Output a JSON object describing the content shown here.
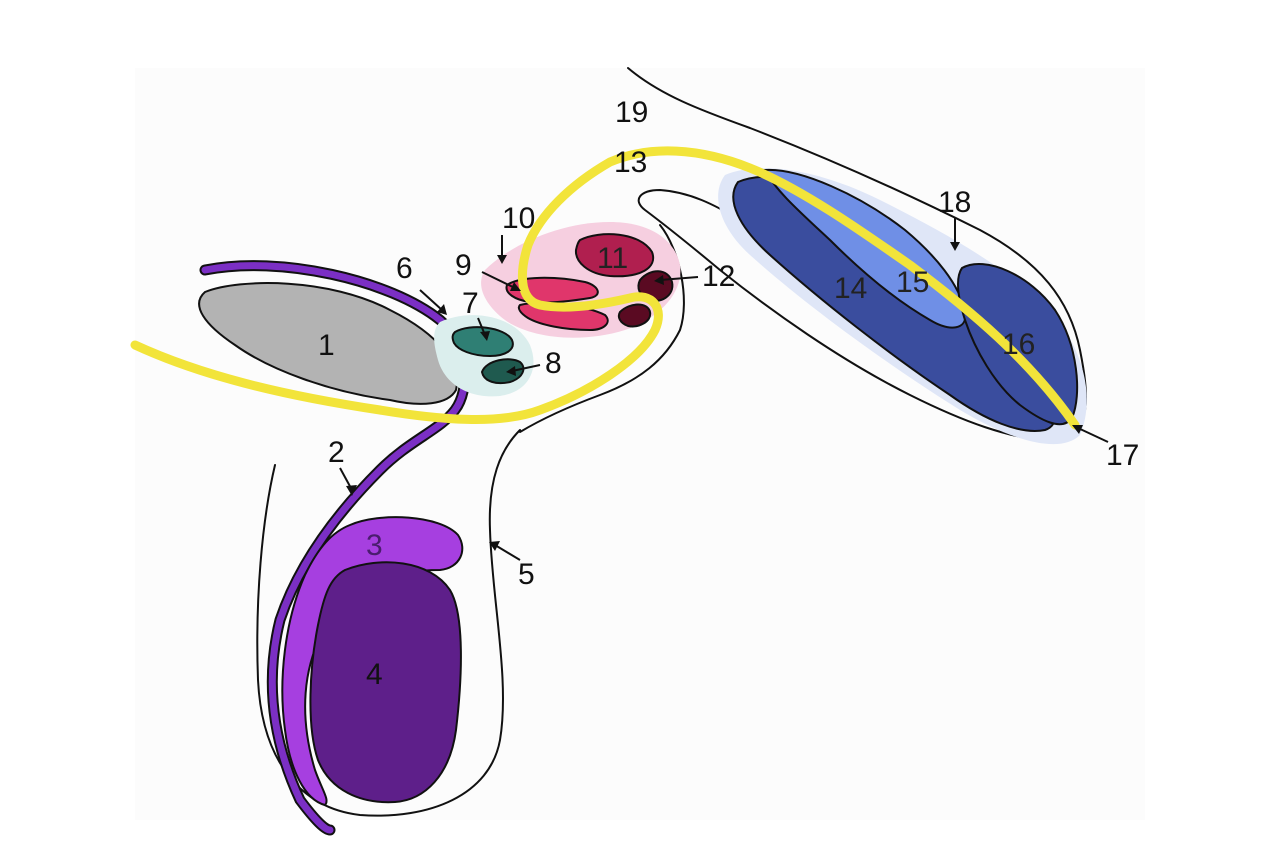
{
  "diagram": {
    "labels": [
      {
        "id": "1",
        "text": "1"
      },
      {
        "id": "2",
        "text": "2"
      },
      {
        "id": "3",
        "text": "3"
      },
      {
        "id": "4",
        "text": "4"
      },
      {
        "id": "5",
        "text": "5"
      },
      {
        "id": "6",
        "text": "6"
      },
      {
        "id": "7",
        "text": "7"
      },
      {
        "id": "8",
        "text": "8"
      },
      {
        "id": "9",
        "text": "9"
      },
      {
        "id": "10",
        "text": "10"
      },
      {
        "id": "11",
        "text": "11"
      },
      {
        "id": "12",
        "text": "12"
      },
      {
        "id": "13",
        "text": "13"
      },
      {
        "id": "14",
        "text": "14"
      },
      {
        "id": "15",
        "text": "15"
      },
      {
        "id": "16",
        "text": "16"
      },
      {
        "id": "17",
        "text": "17"
      },
      {
        "id": "18",
        "text": "18"
      },
      {
        "id": "19",
        "text": "19"
      }
    ],
    "colors": {
      "background": "#ffffff",
      "canvas": "#fcfcfc",
      "urethra_path": "#f2e43a",
      "grey_structure": "#b3b3b3",
      "duct_purple": "#7b2fc4",
      "epididymis_violet": "#a63fe0",
      "testis_purple": "#5e1f8a",
      "teal_light": "#dbeeed",
      "teal_mid": "#2f7f74",
      "teal_dark": "#1f5a4f",
      "pink_halo": "#f6cfe0",
      "crimson": "#b01f4f",
      "rose": "#e0366b",
      "maroon": "#5a0a22",
      "blue_halo": "#dfe6f7",
      "blue_dark": "#3a4d9e",
      "blue_light": "#6f8fe6"
    }
  }
}
